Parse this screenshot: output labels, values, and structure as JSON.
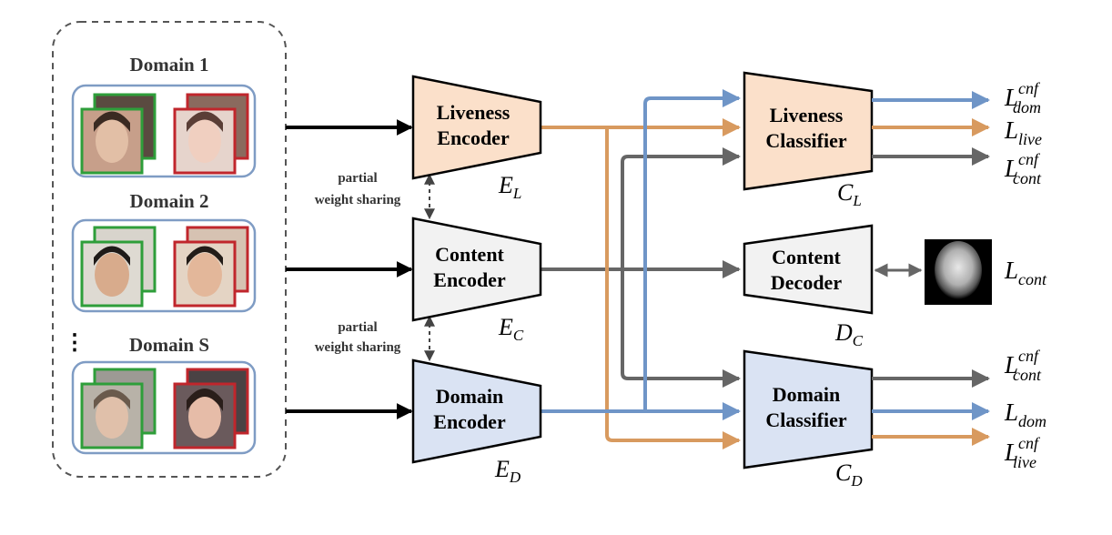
{
  "domains": [
    {
      "label": "Domain 1"
    },
    {
      "label": "Domain 2"
    },
    {
      "label": "Domain S"
    }
  ],
  "ellipsis": "⋮",
  "sharing": [
    {
      "line1": "partial",
      "line2": "weight sharing"
    },
    {
      "line1": "partial",
      "line2": "weight sharing"
    }
  ],
  "encoders": {
    "liveness": {
      "line1": "Liveness",
      "line2": "Encoder",
      "sym": "E",
      "sub": "L",
      "fill": "#fbe0ca"
    },
    "content": {
      "line1": "Content",
      "line2": "Encoder",
      "sym": "E",
      "sub": "C",
      "fill": "#f2f2f2"
    },
    "domain": {
      "line1": "Domain",
      "line2": "Encoder",
      "sym": "E",
      "sub": "D",
      "fill": "#dae3f3"
    }
  },
  "heads": {
    "liveness_classifier": {
      "line1": "Liveness",
      "line2": "Classifier",
      "sym": "C",
      "sub": "L",
      "fill": "#fbe0ca"
    },
    "content_decoder": {
      "line1": "Content",
      "line2": "Decoder",
      "sym": "D",
      "sub": "C",
      "fill": "#f2f2f2"
    },
    "domain_classifier": {
      "line1": "Domain",
      "line2": "Classifier",
      "sym": "C",
      "sub": "D",
      "fill": "#dae3f3"
    }
  },
  "losses": {
    "top": [
      {
        "sub": "dom",
        "sup": "cnf"
      },
      {
        "sub": "live",
        "sup": ""
      },
      {
        "sub": "cont",
        "sup": "cnf"
      }
    ],
    "middle": {
      "sub": "cont",
      "sup": ""
    },
    "bottom": [
      {
        "sub": "cont",
        "sup": "cnf"
      },
      {
        "sub": "dom",
        "sup": ""
      },
      {
        "sub": "live",
        "sup": "cnf"
      }
    ],
    "symbol": "L"
  },
  "colors": {
    "orange": "#d89a5f",
    "blue": "#6f95c7",
    "gray": "#666666",
    "black": "#000000",
    "box_border": "#7f9cc4",
    "green_frame": "#2e9e3a",
    "red_frame": "#c0262c"
  }
}
